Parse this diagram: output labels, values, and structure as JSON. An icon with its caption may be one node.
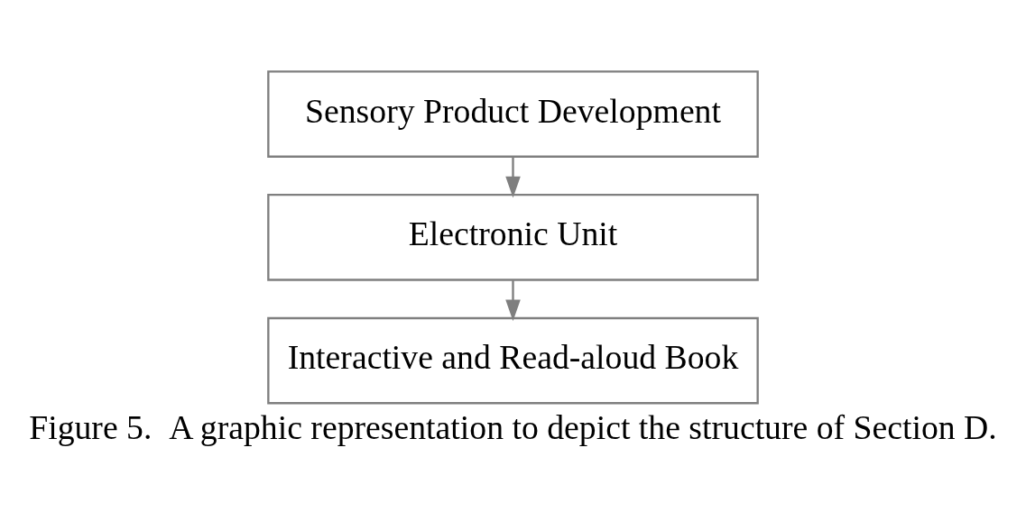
{
  "diagram": {
    "caption": "Figure 5.  A graphic representation to depict the structure of Section D.",
    "nodes": [
      {
        "text": [
          "Sensory Product Development"
        ]
      },
      {
        "text": [
          "Electronic Unit"
        ]
      },
      {
        "text": [
          "Interactive and Read-aloud Book"
        ]
      }
    ],
    "edges": [
      {
        "from": 0,
        "to": 1,
        "arrow": "to"
      },
      {
        "from": 1,
        "to": 2,
        "arrow": "to"
      }
    ]
  }
}
